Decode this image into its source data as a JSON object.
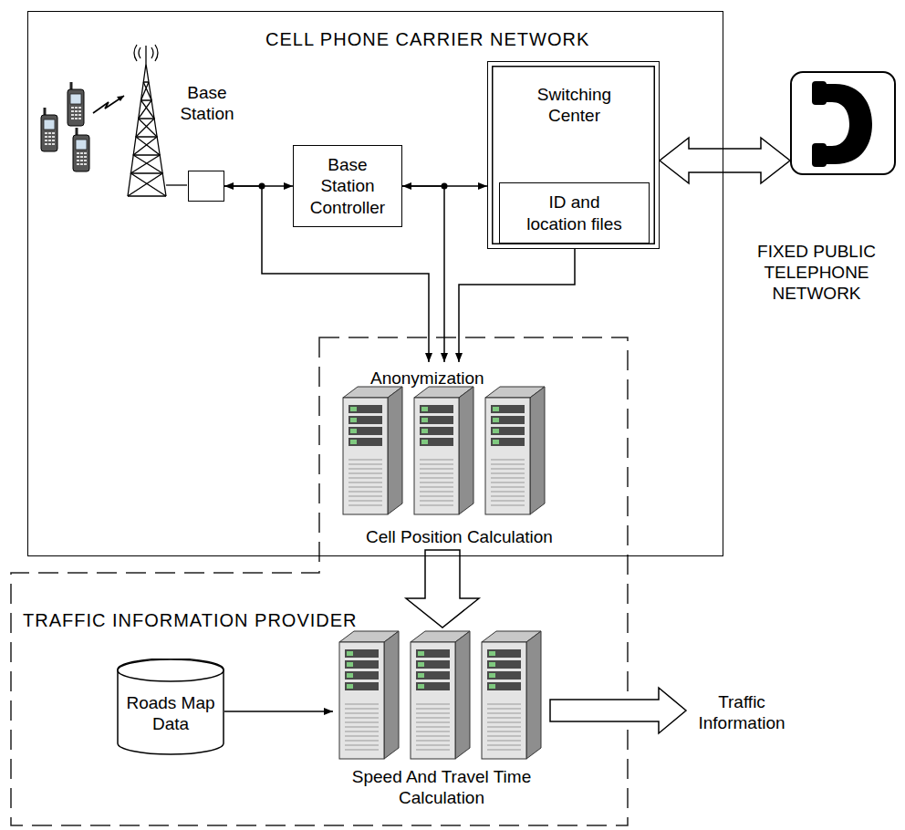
{
  "diagram": {
    "nodes": [
      {
        "text": [
          "CELL PHONE CARRIER NETWORK"
        ]
      },
      {
        "text": [
          "Base Station"
        ],
        "in": 0
      },
      {
        "text": [
          "Base Station Controller"
        ],
        "in": 0
      },
      {
        "text": [
          "Switching Center"
        ],
        "in": 0
      },
      {
        "text": [
          "ID and location files"
        ],
        "in": 3
      },
      {
        "text": [
          "Anonymization",
          "Cell Position Calculation"
        ],
        "in": 0
      },
      {
        "text": [
          "TRAFFIC INFORMATION PROVIDER"
        ]
      },
      {
        "text": [
          "Roads Map Data"
        ],
        "in": 6
      },
      {
        "text": [
          "Speed And Travel Time Calculation"
        ],
        "in": 6
      },
      {
        "text": [
          "FIXED PUBLIC TELEPHONE NETWORK"
        ]
      },
      {
        "text": [
          "Traffic Information"
        ]
      }
    ],
    "edges": [
      {
        "from": 1,
        "to": 2,
        "arrow": "both"
      },
      {
        "from": 2,
        "to": 3,
        "arrow": "both"
      },
      {
        "from": 1,
        "to": 5,
        "arrow": "to"
      },
      {
        "from": 2,
        "to": 5,
        "arrow": "to"
      },
      {
        "from": 4,
        "to": 5,
        "arrow": "to"
      },
      {
        "from": 3,
        "to": 9,
        "arrow": "both"
      },
      {
        "from": 5,
        "to": 8,
        "arrow": "to"
      },
      {
        "from": 7,
        "to": 8,
        "arrow": "to"
      },
      {
        "from": 8,
        "to": 10,
        "arrow": "to"
      }
    ]
  }
}
